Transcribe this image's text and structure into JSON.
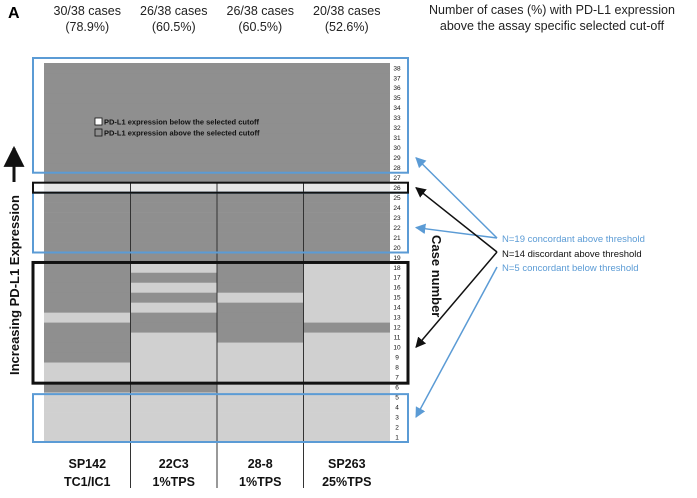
{
  "chart_data": {
    "type": "heatmap",
    "panel_label": "A",
    "header_note": [
      "Number of cases (%) with PD-L1 expression",
      "above the assay specific selected cut-off"
    ],
    "columns": [
      {
        "name": "SP142",
        "cutoff": "TC1/IC1",
        "count": "30/38 cases",
        "percent": "(78.9%)"
      },
      {
        "name": "22C3",
        "cutoff": "1%TPS",
        "count": "26/38 cases",
        "percent": "(60.5%)"
      },
      {
        "name": "28-8",
        "cutoff": "1%TPS",
        "count": "26/38 cases",
        "percent": "(60.5%)"
      },
      {
        "name": "SP263",
        "cutoff": "25%TPS",
        "count": "20/38 cases",
        "percent": "(52.6%)"
      }
    ],
    "cases": [
      1,
      2,
      3,
      4,
      5,
      6,
      7,
      8,
      9,
      10,
      11,
      12,
      13,
      14,
      15,
      16,
      17,
      18,
      19,
      20,
      21,
      22,
      23,
      24,
      25,
      26,
      27,
      28,
      29,
      30,
      31,
      32,
      33,
      34,
      35,
      36,
      37,
      38
    ],
    "status_above_cutoff": [
      [
        0,
        0,
        0,
        0,
        0,
        1,
        0,
        0,
        1,
        1,
        1,
        1,
        0,
        1,
        1,
        1,
        1,
        1,
        1,
        1,
        1,
        1,
        1,
        1,
        1,
        1,
        1,
        1,
        1,
        1,
        1,
        1,
        1,
        1,
        1,
        1,
        1,
        1
      ],
      [
        0,
        0,
        0,
        0,
        0,
        1,
        0,
        0,
        0,
        0,
        0,
        1,
        1,
        0,
        1,
        0,
        1,
        0,
        1,
        1,
        1,
        1,
        1,
        1,
        1,
        1,
        1,
        1,
        1,
        1,
        1,
        1,
        1,
        1,
        1,
        1,
        1,
        1
      ],
      [
        0,
        0,
        0,
        0,
        0,
        0,
        0,
        0,
        0,
        0,
        1,
        1,
        1,
        1,
        0,
        1,
        1,
        1,
        1,
        1,
        1,
        1,
        1,
        1,
        1,
        1,
        1,
        1,
        1,
        1,
        1,
        1,
        1,
        1,
        1,
        1,
        1,
        1
      ],
      [
        0,
        0,
        0,
        0,
        0,
        0,
        0,
        0,
        0,
        0,
        0,
        1,
        0,
        0,
        0,
        0,
        0,
        0,
        1,
        1,
        1,
        1,
        1,
        1,
        1,
        1,
        1,
        1,
        1,
        1,
        1,
        1,
        1,
        1,
        1,
        1,
        1,
        1
      ]
    ],
    "legend": [
      {
        "label": "PD-L1 expression below the selected cutoff",
        "color": "#d0d0d0"
      },
      {
        "label": "PD-L1 expression above the selected cutoff",
        "color": "#8f8f8f"
      }
    ],
    "colors": {
      "above": "#8f8f8f",
      "below": "#d0d0d0",
      "annotation_blue": "#5b9bd5",
      "frame": "#5b9bd5"
    },
    "ylabel": "Increasing PD-L1 Expression",
    "right_axis_label": "Case number",
    "annotations": [
      {
        "text": "N=19 concordant above threshold",
        "color": "#5b9bd5",
        "cases": [
          19,
          38
        ],
        "targets": [
          29,
          22
        ]
      },
      {
        "text": "N=14 discordant above threshold",
        "color": "#111111",
        "cases": [
          6,
          18
        ],
        "targets": [
          26,
          10
        ]
      },
      {
        "text": "N=5 concordant below threshold",
        "color": "#5b9bd5",
        "cases": [
          1,
          5
        ],
        "targets": [
          3
        ]
      }
    ],
    "highlighted_cases": [
      26
    ]
  }
}
